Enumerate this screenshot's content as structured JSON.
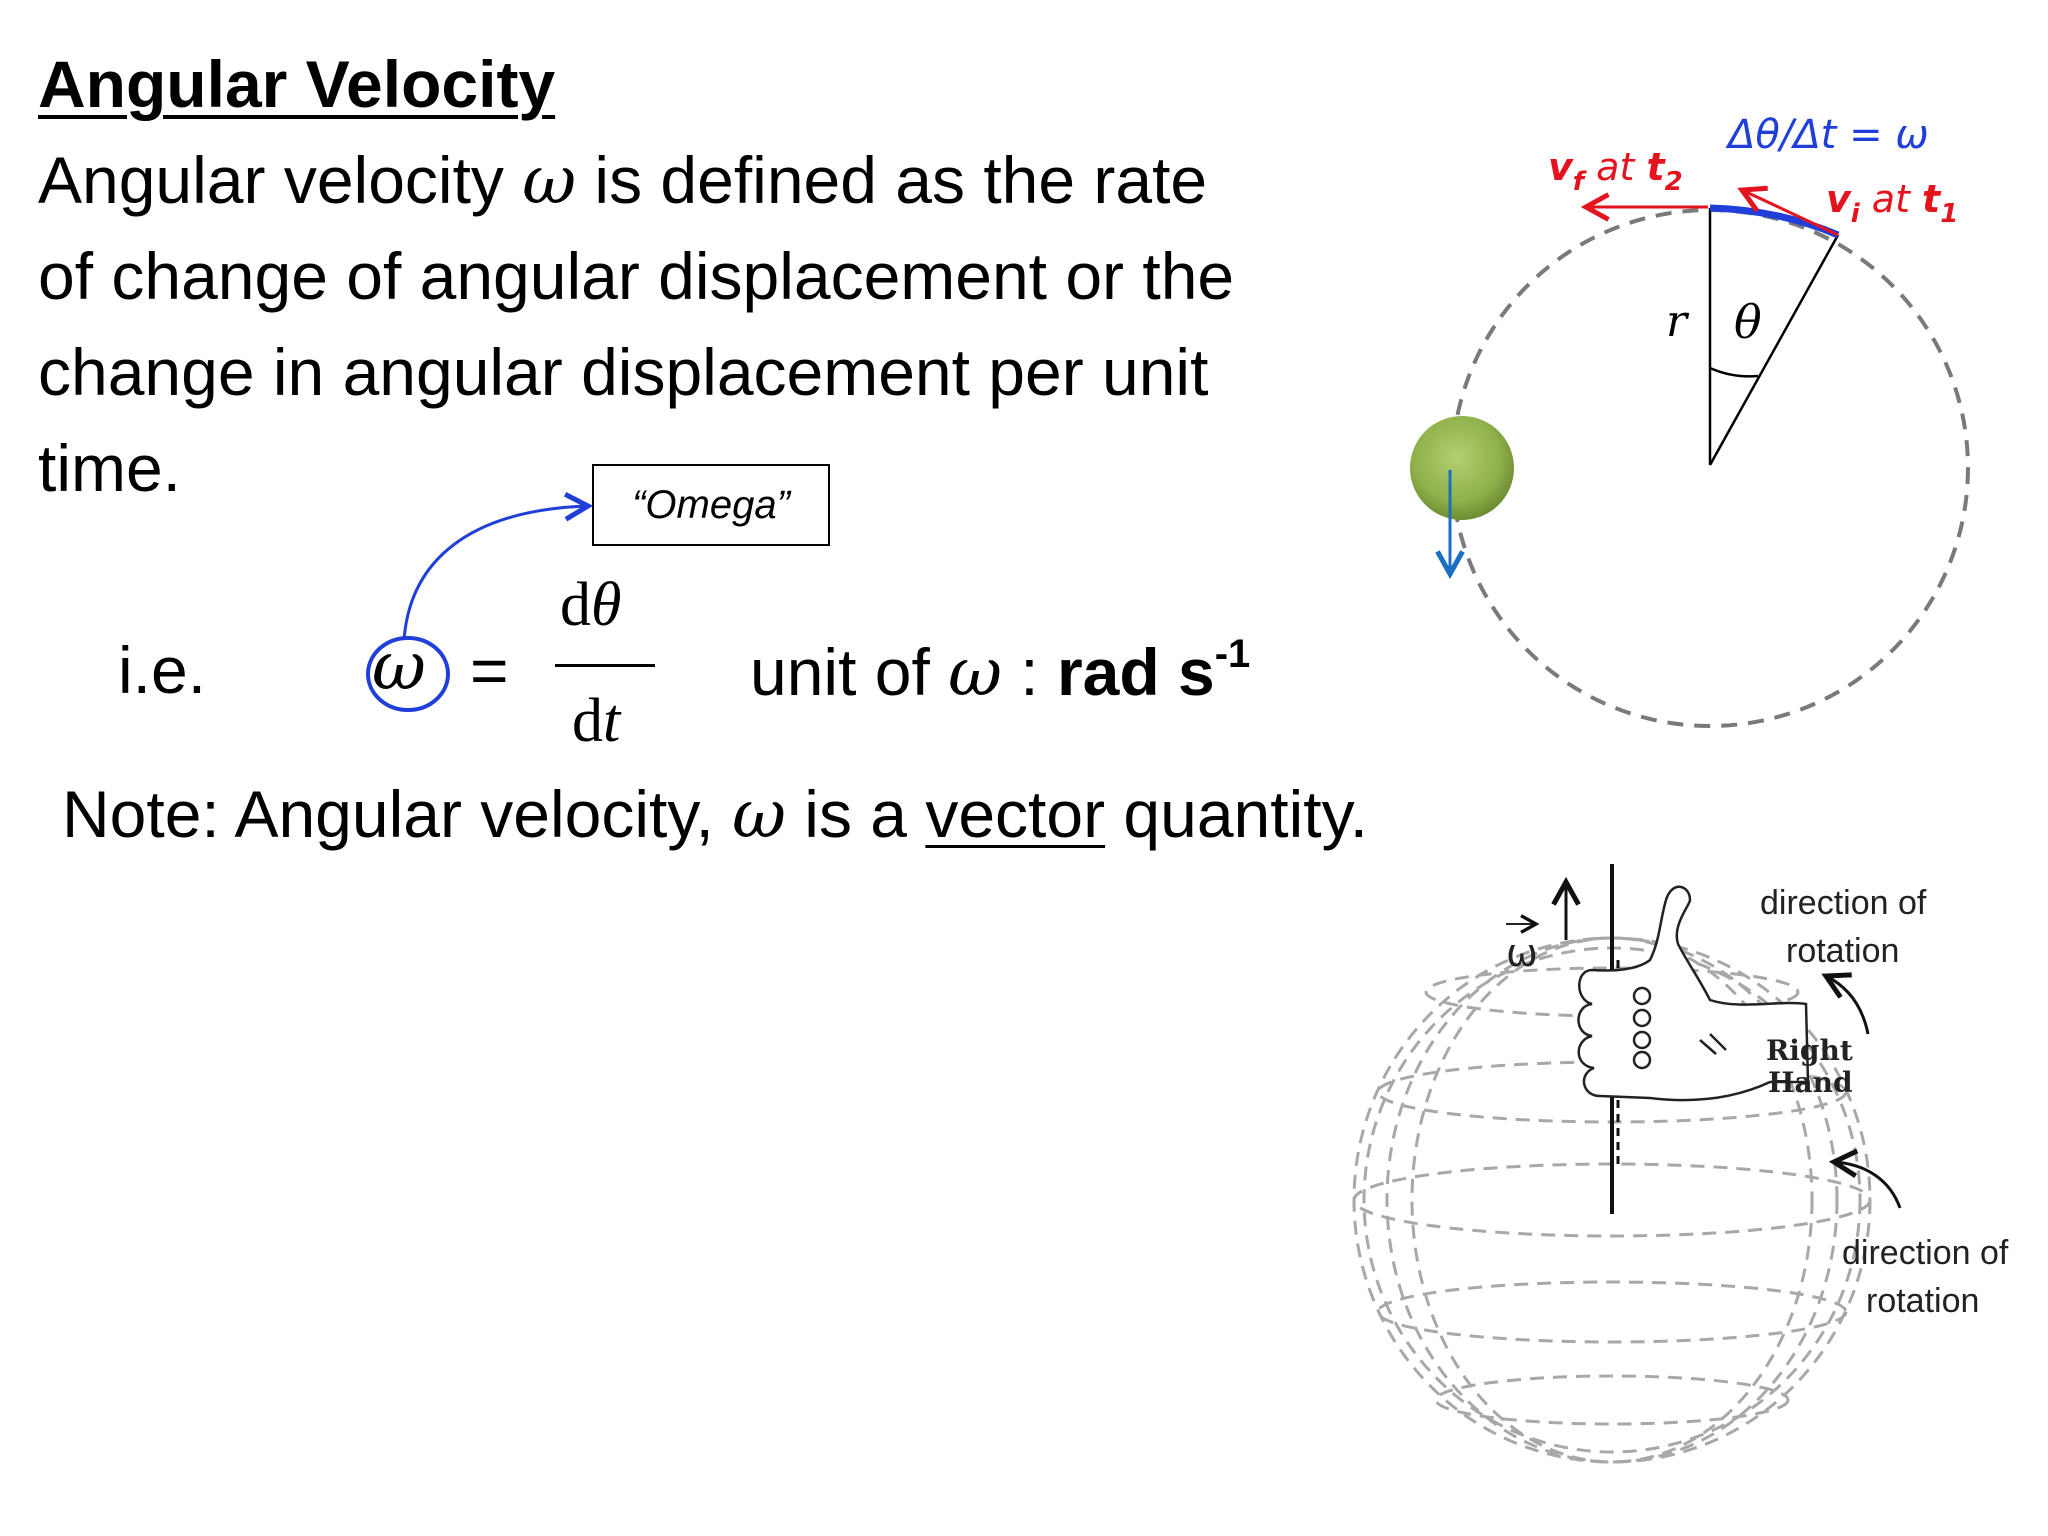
{
  "title": "Angular Velocity",
  "definition": {
    "line1_pre": "Angular velocity ",
    "line1_sym": "ω",
    "line1_post": " is defined as the rate",
    "line2": "of change of angular displacement or the",
    "line3": "change in angular displacement per unit",
    "line4": "time."
  },
  "equation": {
    "ie": "i.e.",
    "omega": "ω",
    "equals": "=",
    "numerator": "dθ",
    "denominator": "dt",
    "omega_label": "“Omega”",
    "unit_pre": "unit of ",
    "unit_sym": "ω",
    "unit_sep": " : ",
    "unit_value": "rad s",
    "unit_exp": "-1"
  },
  "note": {
    "pre": "Note:  Angular velocity, ",
    "sym": "ω",
    "mid": " is a ",
    "underlined": "vector",
    "post": " quantity."
  },
  "circle_diagram": {
    "delta_label": "Δθ/Δt = ω",
    "vf_v": "v",
    "vf_sub": "f",
    "vf_at": " at ",
    "vf_t": "t",
    "vf_tsub": "2",
    "vi_v": "v",
    "vi_sub": "i",
    "vi_at": " at ",
    "vi_t": "t",
    "vi_tsub": "1",
    "r_label": "r",
    "theta_label": "θ"
  },
  "hand_diagram": {
    "omega_vec": "ω",
    "direction_top_1": "direction of",
    "direction_top_2": "rotation",
    "right_hand_1": "Right",
    "right_hand_2": "Hand",
    "direction_bottom_1": "direction of",
    "direction_bottom_2": "rotation"
  },
  "colors": {
    "red": "#e3141e",
    "blue": "#1f3fd8",
    "ball_green": "#8fb04a",
    "arrow_blue": "#1a6fc4"
  }
}
